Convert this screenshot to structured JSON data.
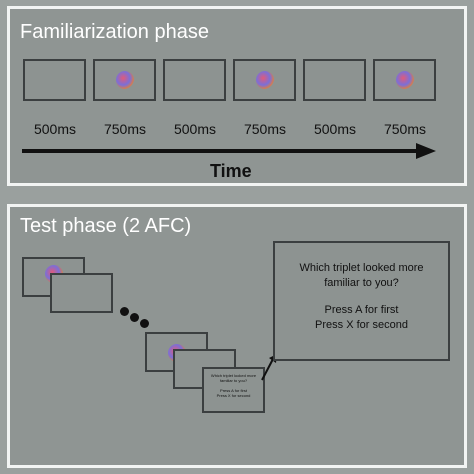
{
  "familiarization": {
    "title": "Familiarization phase",
    "durations": [
      "500ms",
      "750ms",
      "500ms",
      "750ms",
      "500ms",
      "750ms"
    ],
    "time_label": "Time"
  },
  "test": {
    "title": "Test phase (2 AFC)",
    "question_line1": "Which triplet looked more",
    "question_line2": "familiar to you?",
    "option_a": "Press A for first",
    "option_x": "Press X for second",
    "small_question_line1": "Which triplet looked more",
    "small_question_line2": "familiar to you?",
    "small_option_a": "Press A for first",
    "small_option_x": "Press X for second"
  }
}
